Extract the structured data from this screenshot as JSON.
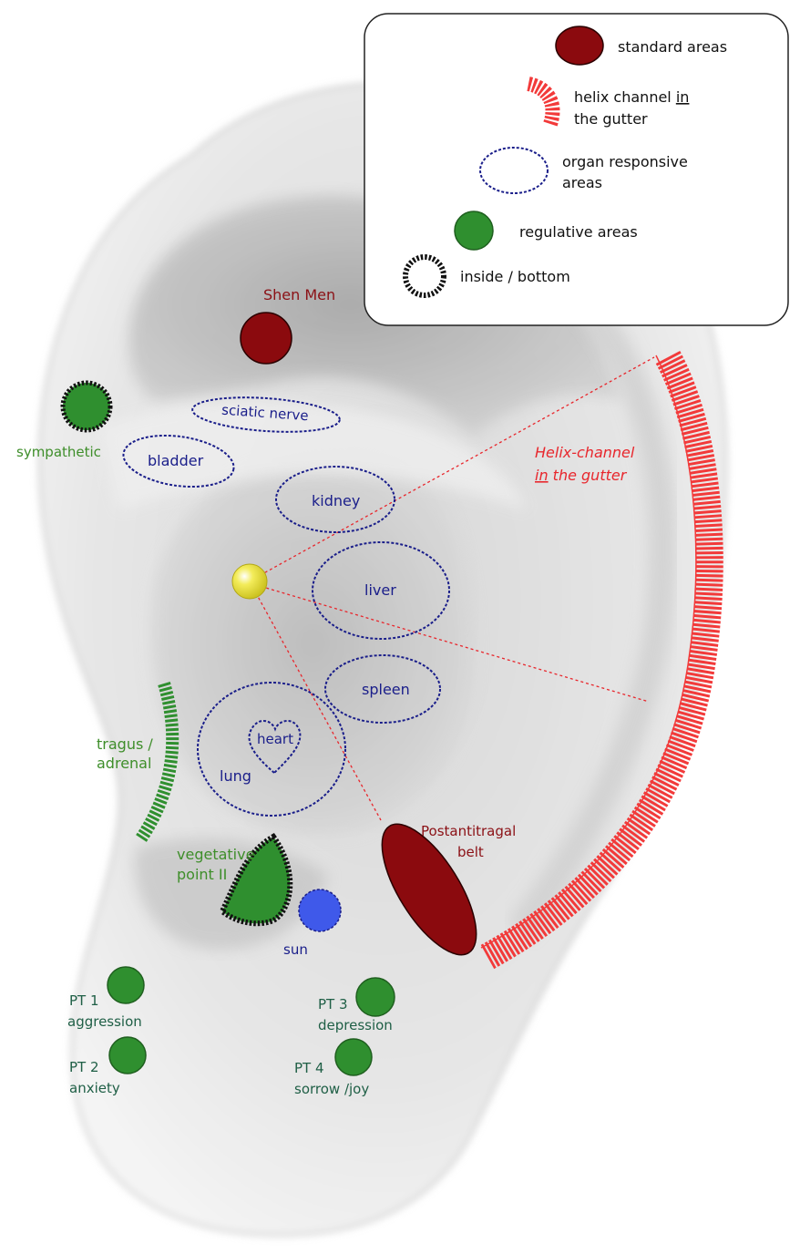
{
  "colors": {
    "standard": "#8b0a0e",
    "helix": "#f23a3a",
    "organ_outline": "#1a1e8a",
    "organ_text": "#1a1e8a",
    "regulative": "#2f8f2f",
    "regulative_text": "#3e8e2a",
    "pt_text": "#1f5f46",
    "sun": "#3f59ea",
    "yellow_point": "#ece33a",
    "standard_text": "#8b1015",
    "helix_text": "#e8262c"
  },
  "legend": {
    "standard": "standard areas",
    "helix_line1_pre": "helix channel ",
    "helix_line1_u": "in",
    "helix_line2": "the gutter",
    "organ_line1": "organ responsive",
    "organ_line2": "areas",
    "regulative": "regulative areas",
    "inside": "inside / bottom"
  },
  "labels": {
    "shen_men": "Shen Men",
    "sympathetic": "sympathetic",
    "sciatic_nerve": "sciatic nerve",
    "bladder": "bladder",
    "kidney": "kidney",
    "liver": "liver",
    "spleen": "spleen",
    "heart": "heart",
    "lung": "lung",
    "tragus_line1": "tragus /",
    "tragus_line2": "adrenal",
    "vegetative_line1": "vegetative",
    "vegetative_line2": "point II",
    "sun": "sun",
    "postantitragal_line1": "Postantitragal",
    "postantitragal_line2": "belt",
    "helix_channel_line1": "Helix-channel",
    "helix_channel_line2_u": "in",
    "helix_channel_line2_rest": " the gutter",
    "pt1_line1": "PT 1",
    "pt1_line2": "aggression",
    "pt2_line1": "PT 2",
    "pt2_line2": "anxiety",
    "pt3_line1": "PT 3",
    "pt3_line2": "depression",
    "pt4_line1": "PT 4",
    "pt4_line2": "sorrow /joy"
  }
}
